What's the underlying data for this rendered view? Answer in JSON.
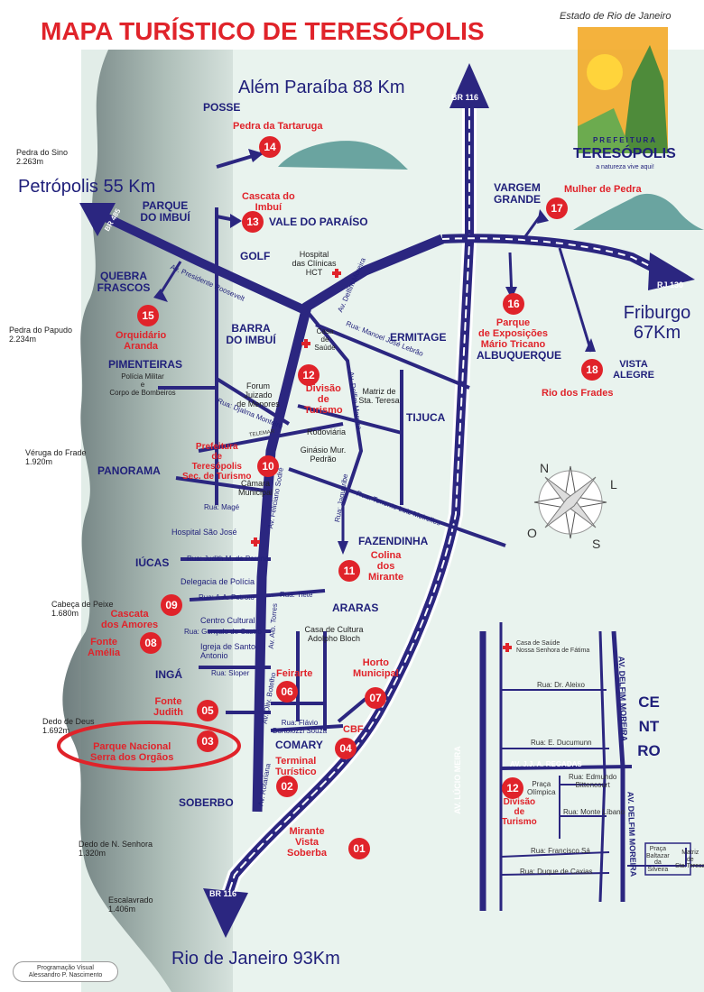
{
  "title": "MAPA TURÍSTICO DE TERESÓPOLIS",
  "logo": {
    "state": "Estado de Rio de Janeiro",
    "prefeitura": "PREFEITURA",
    "city": "TERESÓPOLIS",
    "slogan": "a natureza vive aqui!"
  },
  "directions": {
    "north": "Além Paraíba 88 Km",
    "west": "Petrópolis 55 Km",
    "east": "Friburgo\n67Km",
    "south": "Rio de Janeiro 93Km"
  },
  "highways": {
    "br116_top": "BR 116",
    "br116_bottom": "BR 116",
    "br485": "BR 485",
    "rj130": "RJ 130"
  },
  "peaks": [
    {
      "name": "Pedra do Sino",
      "alt": "2.263m"
    },
    {
      "name": "Pedra do Papudo",
      "alt": "2.234m"
    },
    {
      "name": "Véruga do Frade",
      "alt": "1.920m"
    },
    {
      "name": "Cabeça de Peixe",
      "alt": "1.680m"
    },
    {
      "name": "Dedo de Deus",
      "alt": "1.692m"
    },
    {
      "name": "Dedo de N. Senhora",
      "alt": "1.320m"
    },
    {
      "name": "Escalavrado",
      "alt": "1.406m"
    }
  ],
  "neighborhoods": {
    "posse": "POSSE",
    "parque_imbui": "PARQUE\nDO IMBUÍ",
    "vale_paraiso": "VALE DO PARAÍSO",
    "golf": "GOLF",
    "quebra_frascos": "QUEBRA\nFRASCOS",
    "barra_imbui": "BARRA\nDO IMBUÍ",
    "pimenteiras": "PIMENTEIRAS",
    "ermitage": "ERMITAGE",
    "albuquerque": "ALBUQUERQUE",
    "vargem_grande": "VARGEM\nGRANDE",
    "tijuca": "TIJUCA",
    "panorama": "PANORAMA",
    "fazendinha": "FAZENDINHA",
    "iucas": "IÚCAS",
    "araras": "ARARAS",
    "inga": "INGÁ",
    "comary": "COMARY",
    "soberbo": "SOBERBO"
  },
  "points": [
    {
      "num": "01",
      "label": "Mirante\nVista\nSoberba"
    },
    {
      "num": "02",
      "label": "Terminal\nTurístico"
    },
    {
      "num": "03",
      "label": "Parque Nacional\nSerra dos Orgãos"
    },
    {
      "num": "04",
      "label": "CBF"
    },
    {
      "num": "05",
      "label": "Fonte\nJudith"
    },
    {
      "num": "06",
      "label": "Feirarte"
    },
    {
      "num": "07",
      "label": "Horto\nMunicipal"
    },
    {
      "num": "08",
      "label": "Fonte\nAmélia"
    },
    {
      "num": "09",
      "label": "Cascata\ndos Amores"
    },
    {
      "num": "10",
      "label": "Prefeitura\nde\nTeresópolis\nSec. de Turismo"
    },
    {
      "num": "11",
      "label": "Colina\ndos\nMirante"
    },
    {
      "num": "12",
      "label": "Divisão\nde\nTurismo"
    },
    {
      "num": "13",
      "label": "Cascata do\nImbuí"
    },
    {
      "num": "14",
      "label": "Pedra da Tartaruga"
    },
    {
      "num": "15",
      "label": "Orquidário\nAranda"
    },
    {
      "num": "16",
      "label": "Parque\nde Exposições\nMário Tricano"
    },
    {
      "num": "17",
      "label": "Mulher de Pedra"
    },
    {
      "num": "18",
      "label": "Rio dos Frades"
    }
  ],
  "vista_alegre": "VISTA\nALEGRE",
  "places": {
    "hospital_clinicas": "Hospital\ndas Clínicas\nHCT",
    "casa_saude": "Casa\nde\nSaúde",
    "forum": "Forum\nJuizado\nde Menores",
    "matriz": "Matriz de\nSta. Teresa",
    "rodoviaria": "Rodoviária",
    "ginasio": "Ginásio Mur.\nPedrão",
    "camara": "Câmara\nMunicipal",
    "policia": "Polícia Militar\ne\nCorpo de Bombeiros",
    "hospital_sao_jose": "Hospital São José",
    "delegacia": "Delegacia de Polícia",
    "centro_cultural": "Centro Cultural",
    "igreja": "Igreja de Santo\nAntonio",
    "casa_cultura": "Casa de Cultura\nAdolpho Bloch",
    "telemar": "TELEMAR"
  },
  "streets": {
    "presidente_roosevelt": "Av. Presidente Roosevelt",
    "delfim_moreira_n": "Av. Delfim Moreira",
    "delfim_moreira_c": "Av. Delfim Moreira",
    "manoel_jose_lebrao": "Rua: Manoel José Lebrão",
    "djalma_monteiro": "Rua: Djalma Monteiro",
    "jaguaribe": "Rua: Jaguaribe",
    "tenente_luiz_meirelles": "Rua: Tenente Luiz Meirelles",
    "feliciano_sodre": "Av. Feliciano Sodré",
    "mage": "Rua: Magé",
    "judith_parrina": "Rua: Judith M. de Parrina",
    "aa_petroto": "Rua: A.A. Petroto",
    "tiete": "Rua: Tietê",
    "goncalo_castro": "Rua: Gonçalo de Castro",
    "sloper": "Rua: Sloper",
    "alb_torres": "Av. Alb. Torres",
    "oliv_botelho": "Av. Oliv. Botelho",
    "flavio_bortolozzi": "Rua: Flávio\nBortolozzi Souza",
    "rotariana": "Av. Rotariana"
  },
  "inset": {
    "title": "CENTRO",
    "casa_saude": "Casa de Saúde\nNossa Senhora de Fátima",
    "av_lucio_meira": "AV. LÚCIO MEIRA",
    "av_delfim_moreira_top": "AV. DELFIM MOREIRA",
    "av_delfim_moreira_bottom": "AV. DELFIM MOREIRA",
    "rua_dr_aleixo": "Rua: Dr. Aleixo",
    "rua_e_ducumunn": "Rua: E. Ducumunn",
    "av_jj_regadas": "AV. J.J.   A. REGADAS",
    "rua_edmundo": "Rua: Edmundo\nBittencourt",
    "praca_olimpica": "Praça\nOlímpica",
    "rua_monte_libano": "Rua: Monte Líbano",
    "rua_francisco_sa": "Rua: Francisco Sá",
    "rua_duque_caxias": "Rua: Duque de Caxias",
    "praca_baltazar": "Praça\nBaltazar\nda\nSilveira",
    "matriz": "Matriz\nde\nSta.Teresa",
    "divisao_num": "12",
    "divisao": "Divisão\nde\nTurismo"
  },
  "compass": {
    "n": "N",
    "l": "L",
    "s": "S",
    "o": "O"
  },
  "credits": "Programação Visual\nAlessandro P. Nascimento",
  "colors": {
    "road": "#2b2680",
    "marker": "#e0232a",
    "mountain_dark": "#7f8c8d",
    "mountain_mid": "#b4c8c1",
    "green": "#e8f2ec"
  }
}
